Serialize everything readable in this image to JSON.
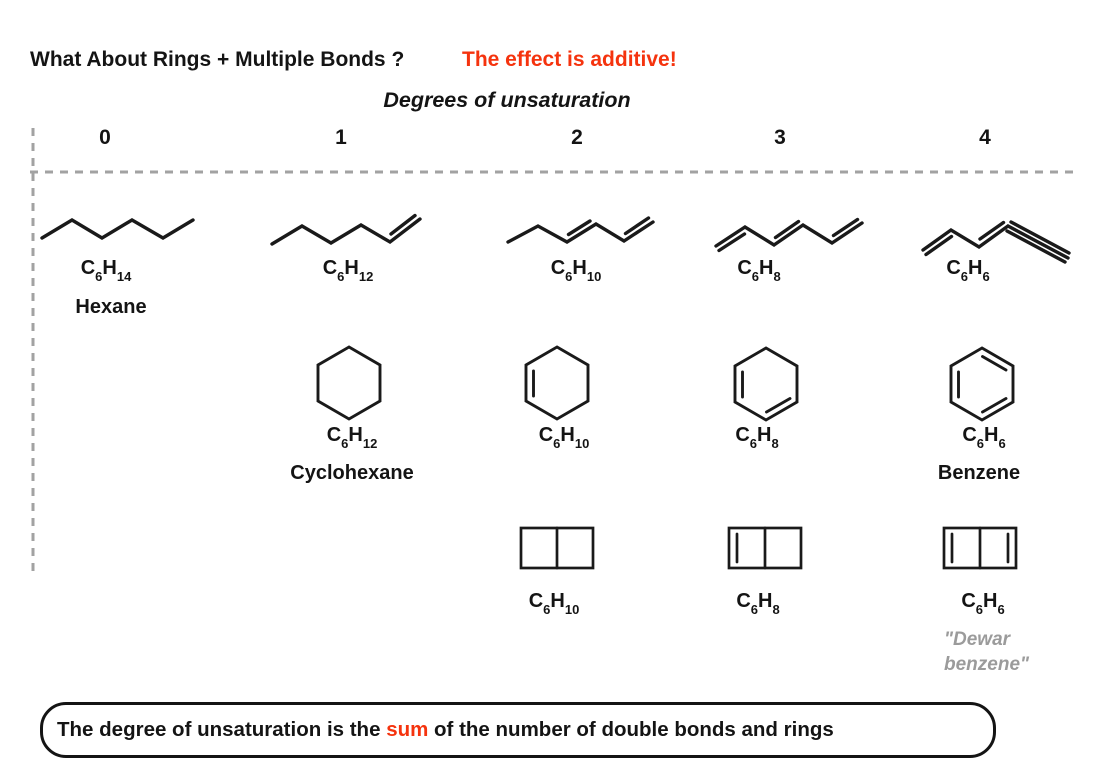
{
  "header": {
    "title": "What About Rings + Multiple Bonds ?",
    "emphasis": "The effect is additive!"
  },
  "axis": {
    "label": "Degrees of unsaturation",
    "degrees": [
      "0",
      "1",
      "2",
      "3",
      "4"
    ]
  },
  "rows": {
    "chains": [
      {
        "formula": "C6H14",
        "name": "Hexane"
      },
      {
        "formula": "C6H12"
      },
      {
        "formula": "C6H10"
      },
      {
        "formula": "C6H8"
      },
      {
        "formula": "C6H6"
      }
    ],
    "rings": [
      {
        "formula": "C6H12",
        "name": "Cyclohexane"
      },
      {
        "formula": "C6H10"
      },
      {
        "formula": "C6H8"
      },
      {
        "formula": "C6H6",
        "name": "Benzene"
      }
    ],
    "bicyclics": [
      {
        "formula": "C6H10"
      },
      {
        "formula": "C6H8"
      },
      {
        "formula": "C6H6",
        "name": "\"Dewar benzene\""
      }
    ]
  },
  "footer": {
    "pre": "The degree of unsaturation is the ",
    "em": "sum",
    "post": " of the number of double bonds and rings"
  },
  "colors": {
    "accent_red": "#f5330e",
    "muted_gray": "#9b9b9b",
    "ink": "#141414"
  }
}
